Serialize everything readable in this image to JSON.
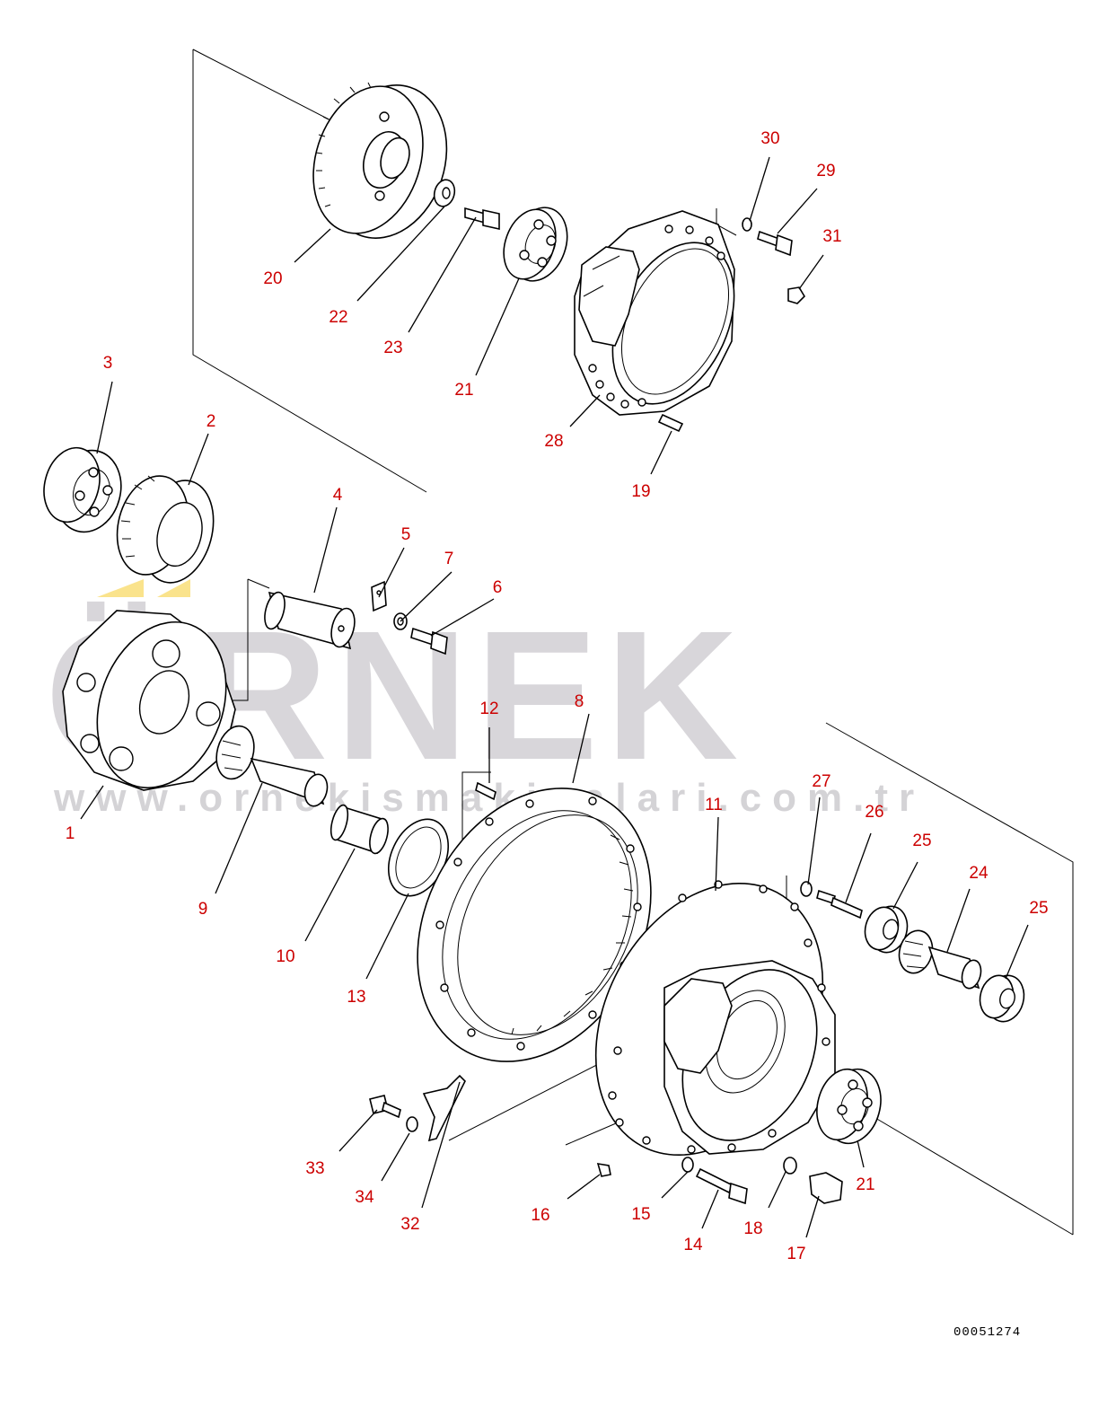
{
  "watermark": {
    "brand": "ÖRNEK",
    "url": "www.ornekismakinalari.com.tr"
  },
  "drawing_number": "00051274",
  "callouts": [
    {
      "id": "c1",
      "label": "1"
    },
    {
      "id": "c2",
      "label": "2"
    },
    {
      "id": "c3",
      "label": "3"
    },
    {
      "id": "c4",
      "label": "4"
    },
    {
      "id": "c5",
      "label": "5"
    },
    {
      "id": "c6",
      "label": "6"
    },
    {
      "id": "c7",
      "label": "7"
    },
    {
      "id": "c8",
      "label": "8"
    },
    {
      "id": "c9",
      "label": "9"
    },
    {
      "id": "c10",
      "label": "10"
    },
    {
      "id": "c11",
      "label": "11"
    },
    {
      "id": "c12",
      "label": "12"
    },
    {
      "id": "c13",
      "label": "13"
    },
    {
      "id": "c14",
      "label": "14"
    },
    {
      "id": "c15",
      "label": "15"
    },
    {
      "id": "c16",
      "label": "16"
    },
    {
      "id": "c17",
      "label": "17"
    },
    {
      "id": "c18",
      "label": "18"
    },
    {
      "id": "c19",
      "label": "19"
    },
    {
      "id": "c20",
      "label": "20"
    },
    {
      "id": "c21a",
      "label": "21"
    },
    {
      "id": "c21b",
      "label": "21"
    },
    {
      "id": "c22",
      "label": "22"
    },
    {
      "id": "c23",
      "label": "23"
    },
    {
      "id": "c24",
      "label": "24"
    },
    {
      "id": "c25a",
      "label": "25"
    },
    {
      "id": "c25b",
      "label": "25"
    },
    {
      "id": "c26",
      "label": "26"
    },
    {
      "id": "c27",
      "label": "27"
    },
    {
      "id": "c28",
      "label": "28"
    },
    {
      "id": "c29",
      "label": "29"
    },
    {
      "id": "c30",
      "label": "30"
    },
    {
      "id": "c31",
      "label": "31"
    },
    {
      "id": "c32",
      "label": "32"
    },
    {
      "id": "c33",
      "label": "33"
    },
    {
      "id": "c34",
      "label": "34"
    }
  ]
}
